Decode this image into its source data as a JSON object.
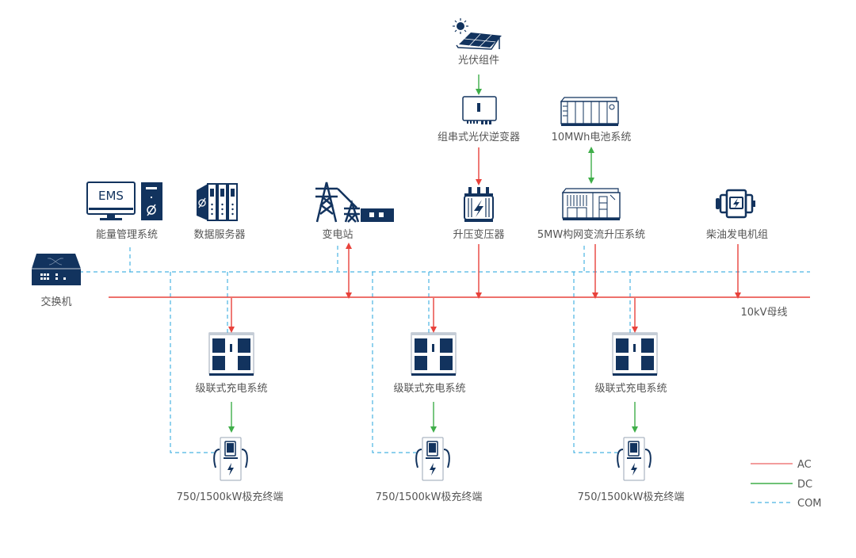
{
  "colors": {
    "ac": "#e8423b",
    "dc": "#3fae49",
    "com": "#4ab3e2",
    "icon": "#12335e",
    "label": "#555555"
  },
  "nodes": {
    "pv_module": "光伏组件",
    "string_inverter": "组串式光伏逆变器",
    "battery": "10MWh电池系统",
    "pcs": "5MW构网变流升压系统",
    "ems": "能量管理系统",
    "ems_screen_text": "EMS",
    "data_server": "数据服务器",
    "substation": "变电站",
    "step_up_transformer": "升压变压器",
    "diesel_generator": "柴油发电机组",
    "switch": "交换机",
    "bus": "10kV母线",
    "charging_systems": [
      {
        "label": "级联式充电系统",
        "terminal": "750/1500kW极充终端"
      },
      {
        "label": "级联式充电系统",
        "terminal": "750/1500kW极充终端"
      },
      {
        "label": "级联式充电系统",
        "terminal": "750/1500kW极充终端"
      }
    ]
  },
  "legend": [
    {
      "type": "ac",
      "label": "AC"
    },
    {
      "type": "dc",
      "label": "DC"
    },
    {
      "type": "com",
      "label": "COM"
    }
  ]
}
